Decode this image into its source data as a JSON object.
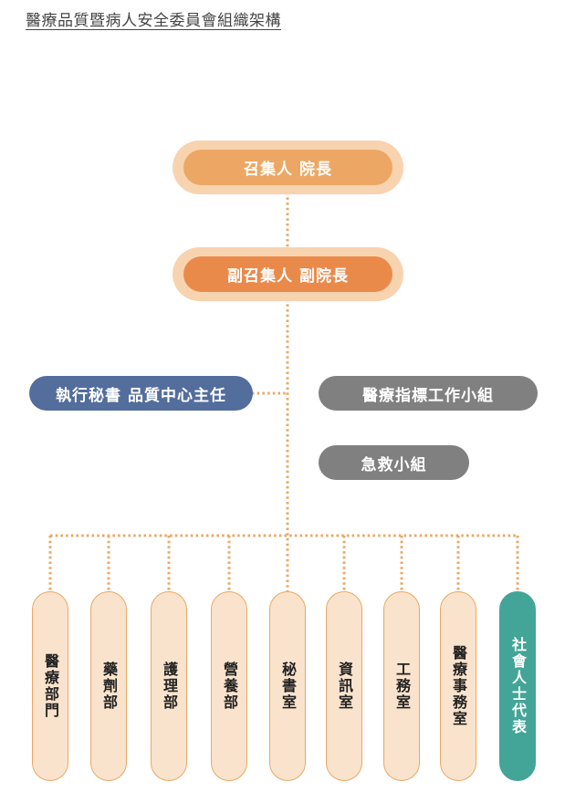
{
  "title": "醫療品質暨病人安全委員會組織架構",
  "colors": {
    "convener": "#eda764",
    "deputy": "#ea8a4a",
    "halo": "#f8d3b0",
    "secretary": "#536d9c",
    "group": "#808080",
    "dept_fill": "#f9e3cc",
    "dept_border": "#eaa865",
    "community": "#43a597",
    "connector": "#eaa865"
  },
  "convener": "召集人 院長",
  "deputy_convener": "副召集人 副院長",
  "executive_secretary": "執行秘書 品質中心主任",
  "groups": [
    "醫療指標工作小組",
    "急救小組"
  ],
  "departments": [
    "醫療部門",
    "藥劑部",
    "護理部",
    "營養部",
    "秘書室",
    "資訊室",
    "工務室",
    "醫療事務室",
    "社會人士代表"
  ]
}
